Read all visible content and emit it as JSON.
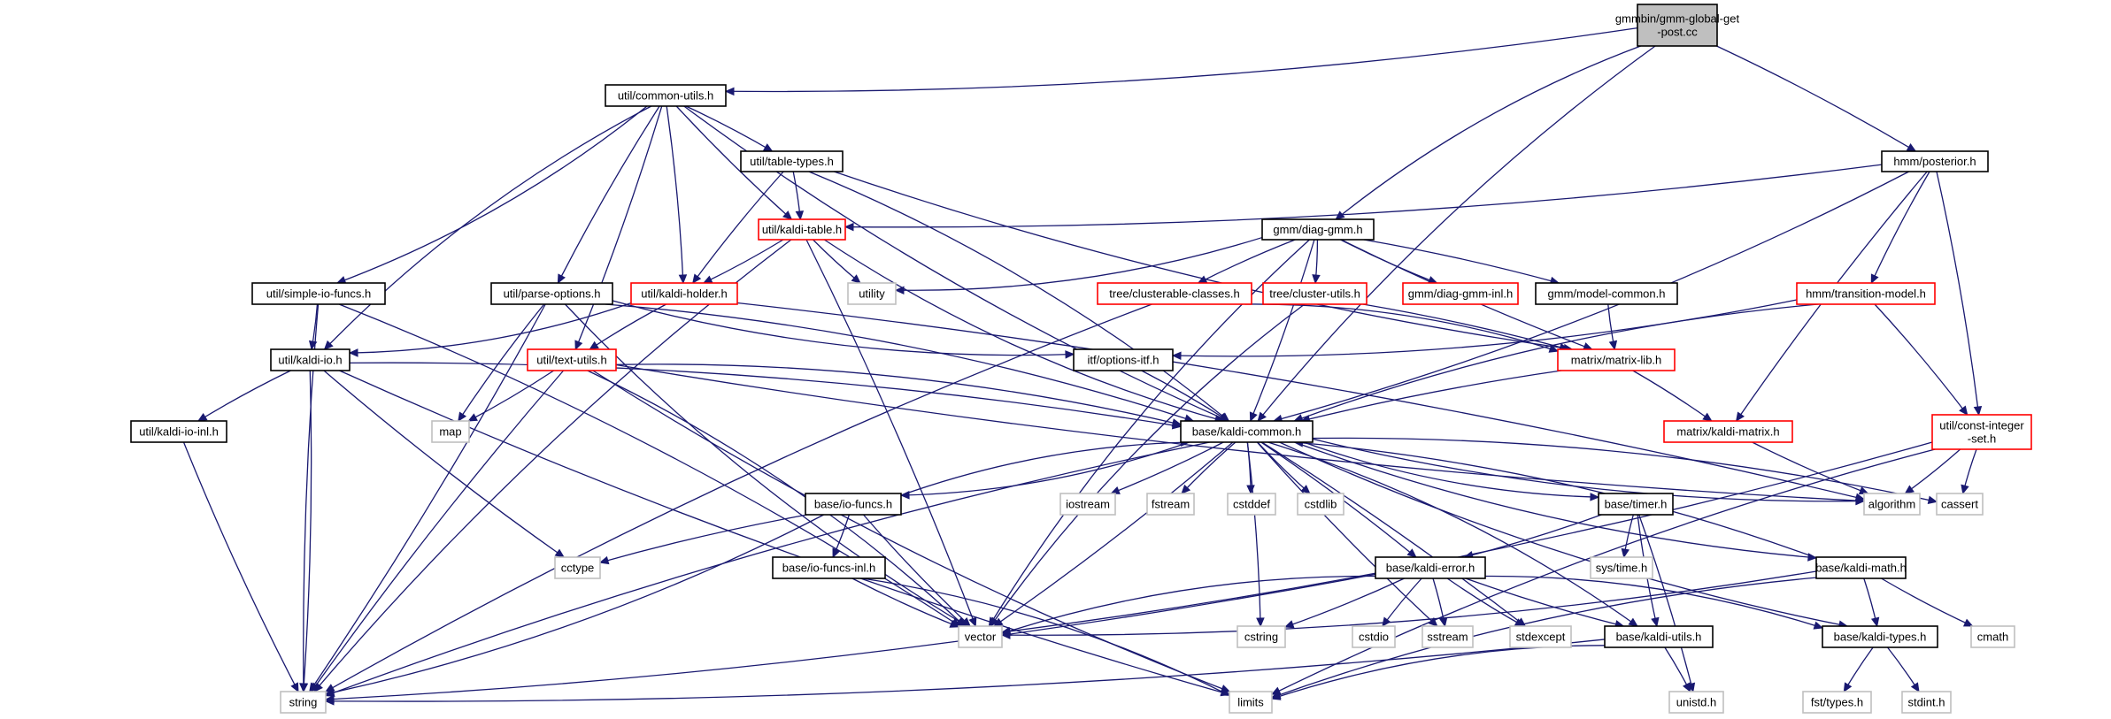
{
  "colors": {
    "edge": "#191970",
    "root_fill": "#bfbfbf",
    "border_black": "#000000",
    "border_red": "#ff0000",
    "border_gray": "#bfbfbf",
    "fill_white": "#ffffff"
  },
  "nodes": [
    {
      "id": "root",
      "lines": [
        "gmmbin/gmm-global-get",
        "-post.cc"
      ],
      "style": "root"
    },
    {
      "id": "common_utils",
      "lines": [
        "util/common-utils.h"
      ],
      "style": "black"
    },
    {
      "id": "posterior",
      "lines": [
        "hmm/posterior.h"
      ],
      "style": "black"
    },
    {
      "id": "table_types",
      "lines": [
        "util/table-types.h"
      ],
      "style": "black"
    },
    {
      "id": "kaldi_table",
      "lines": [
        "util/kaldi-table.h"
      ],
      "style": "red"
    },
    {
      "id": "diag_gmm",
      "lines": [
        "gmm/diag-gmm.h"
      ],
      "style": "black"
    },
    {
      "id": "simple_io",
      "lines": [
        "util/simple-io-funcs.h"
      ],
      "style": "black"
    },
    {
      "id": "parse_options",
      "lines": [
        "util/parse-options.h"
      ],
      "style": "black"
    },
    {
      "id": "kaldi_holder",
      "lines": [
        "util/kaldi-holder.h"
      ],
      "style": "red"
    },
    {
      "id": "utility",
      "lines": [
        "utility"
      ],
      "style": "gray"
    },
    {
      "id": "clusterable",
      "lines": [
        "tree/clusterable-classes.h"
      ],
      "style": "red"
    },
    {
      "id": "cluster_utils",
      "lines": [
        "tree/cluster-utils.h"
      ],
      "style": "red"
    },
    {
      "id": "diag_gmm_inl",
      "lines": [
        "gmm/diag-gmm-inl.h"
      ],
      "style": "red"
    },
    {
      "id": "model_common",
      "lines": [
        "gmm/model-common.h"
      ],
      "style": "black"
    },
    {
      "id": "transition_model",
      "lines": [
        "hmm/transition-model.h"
      ],
      "style": "red"
    },
    {
      "id": "kaldi_io",
      "lines": [
        "util/kaldi-io.h"
      ],
      "style": "black"
    },
    {
      "id": "text_utils",
      "lines": [
        "util/text-utils.h"
      ],
      "style": "red"
    },
    {
      "id": "options_itf",
      "lines": [
        "itf/options-itf.h"
      ],
      "style": "black"
    },
    {
      "id": "matrix_lib",
      "lines": [
        "matrix/matrix-lib.h"
      ],
      "style": "red"
    },
    {
      "id": "kaldi_io_inl",
      "lines": [
        "util/kaldi-io-inl.h"
      ],
      "style": "black"
    },
    {
      "id": "map",
      "lines": [
        "map"
      ],
      "style": "gray"
    },
    {
      "id": "kaldi_common",
      "lines": [
        "base/kaldi-common.h"
      ],
      "style": "black"
    },
    {
      "id": "kaldi_matrix",
      "lines": [
        "matrix/kaldi-matrix.h"
      ],
      "style": "red"
    },
    {
      "id": "const_int_set",
      "lines": [
        "util/const-integer",
        "-set.h"
      ],
      "style": "red"
    },
    {
      "id": "iostream",
      "lines": [
        "iostream"
      ],
      "style": "gray"
    },
    {
      "id": "fstream",
      "lines": [
        "fstream"
      ],
      "style": "gray"
    },
    {
      "id": "cstddef",
      "lines": [
        "cstddef"
      ],
      "style": "gray"
    },
    {
      "id": "cstdlib",
      "lines": [
        "cstdlib"
      ],
      "style": "gray"
    },
    {
      "id": "algorithm",
      "lines": [
        "algorithm"
      ],
      "style": "gray"
    },
    {
      "id": "cassert",
      "lines": [
        "cassert"
      ],
      "style": "gray"
    },
    {
      "id": "io_funcs",
      "lines": [
        "base/io-funcs.h"
      ],
      "style": "black"
    },
    {
      "id": "timer",
      "lines": [
        "base/timer.h"
      ],
      "style": "black"
    },
    {
      "id": "cctype",
      "lines": [
        "cctype"
      ],
      "style": "gray"
    },
    {
      "id": "sys_time",
      "lines": [
        "sys/time.h"
      ],
      "style": "gray"
    },
    {
      "id": "io_funcs_inl",
      "lines": [
        "base/io-funcs-inl.h"
      ],
      "style": "black"
    },
    {
      "id": "kaldi_error",
      "lines": [
        "base/kaldi-error.h"
      ],
      "style": "black"
    },
    {
      "id": "kaldi_math",
      "lines": [
        "base/kaldi-math.h"
      ],
      "style": "black"
    },
    {
      "id": "vector",
      "lines": [
        "vector"
      ],
      "style": "gray"
    },
    {
      "id": "cstring",
      "lines": [
        "cstring"
      ],
      "style": "gray"
    },
    {
      "id": "cstdio",
      "lines": [
        "cstdio"
      ],
      "style": "gray"
    },
    {
      "id": "sstream",
      "lines": [
        "sstream"
      ],
      "style": "gray"
    },
    {
      "id": "stdexcept",
      "lines": [
        "stdexcept"
      ],
      "style": "gray"
    },
    {
      "id": "kaldi_utils",
      "lines": [
        "base/kaldi-utils.h"
      ],
      "style": "black"
    },
    {
      "id": "kaldi_types",
      "lines": [
        "base/kaldi-types.h"
      ],
      "style": "black"
    },
    {
      "id": "cmath",
      "lines": [
        "cmath"
      ],
      "style": "gray"
    },
    {
      "id": "string",
      "lines": [
        "string"
      ],
      "style": "gray"
    },
    {
      "id": "limits",
      "lines": [
        "limits"
      ],
      "style": "gray"
    },
    {
      "id": "unistd",
      "lines": [
        "unistd.h"
      ],
      "style": "gray"
    },
    {
      "id": "fst_types",
      "lines": [
        "fst/types.h"
      ],
      "style": "gray"
    },
    {
      "id": "stdint",
      "lines": [
        "stdint.h"
      ],
      "style": "gray"
    }
  ],
  "edges": [
    [
      "root",
      "common_utils"
    ],
    [
      "root",
      "diag_gmm"
    ],
    [
      "root",
      "posterior"
    ],
    [
      "root",
      "kaldi_common"
    ],
    [
      "common_utils",
      "table_types"
    ],
    [
      "common_utils",
      "kaldi_table"
    ],
    [
      "common_utils",
      "simple_io"
    ],
    [
      "common_utils",
      "parse_options"
    ],
    [
      "common_utils",
      "kaldi_holder"
    ],
    [
      "common_utils",
      "kaldi_io"
    ],
    [
      "common_utils",
      "text_utils"
    ],
    [
      "common_utils",
      "kaldi_common"
    ],
    [
      "table_types",
      "kaldi_table"
    ],
    [
      "table_types",
      "kaldi_holder"
    ],
    [
      "table_types",
      "kaldi_common"
    ],
    [
      "table_types",
      "matrix_lib"
    ],
    [
      "posterior",
      "kaldi_table"
    ],
    [
      "posterior",
      "transition_model"
    ],
    [
      "posterior",
      "kaldi_common"
    ],
    [
      "posterior",
      "kaldi_matrix"
    ],
    [
      "posterior",
      "const_int_set"
    ],
    [
      "kaldi_table",
      "utility"
    ],
    [
      "kaldi_table",
      "kaldi_holder"
    ],
    [
      "kaldi_table",
      "string"
    ],
    [
      "kaldi_table",
      "vector"
    ],
    [
      "kaldi_table",
      "kaldi_common"
    ],
    [
      "diag_gmm",
      "utility"
    ],
    [
      "diag_gmm",
      "clusterable"
    ],
    [
      "diag_gmm",
      "cluster_utils"
    ],
    [
      "diag_gmm",
      "diag_gmm_inl"
    ],
    [
      "diag_gmm",
      "model_common"
    ],
    [
      "diag_gmm",
      "matrix_lib"
    ],
    [
      "diag_gmm",
      "kaldi_common"
    ],
    [
      "diag_gmm",
      "vector"
    ],
    [
      "simple_io",
      "kaldi_io"
    ],
    [
      "simple_io",
      "string"
    ],
    [
      "simple_io",
      "vector"
    ],
    [
      "parse_options",
      "map"
    ],
    [
      "parse_options",
      "string"
    ],
    [
      "parse_options",
      "vector"
    ],
    [
      "parse_options",
      "kaldi_common"
    ],
    [
      "parse_options",
      "options_itf"
    ],
    [
      "kaldi_holder",
      "kaldi_io"
    ],
    [
      "kaldi_holder",
      "text_utils"
    ],
    [
      "kaldi_holder",
      "algorithm"
    ],
    [
      "clusterable",
      "string"
    ],
    [
      "clusterable",
      "matrix_lib"
    ],
    [
      "cluster_utils",
      "vector"
    ],
    [
      "cluster_utils",
      "matrix_lib"
    ],
    [
      "model_common",
      "matrix_lib"
    ],
    [
      "transition_model",
      "options_itf"
    ],
    [
      "transition_model",
      "kaldi_common"
    ],
    [
      "transition_model",
      "const_int_set"
    ],
    [
      "kaldi_io",
      "kaldi_io_inl"
    ],
    [
      "kaldi_io",
      "kaldi_common"
    ],
    [
      "kaldi_io",
      "cctype"
    ],
    [
      "kaldi_io",
      "string"
    ],
    [
      "kaldi_io",
      "limits"
    ],
    [
      "text_utils",
      "map"
    ],
    [
      "text_utils",
      "string"
    ],
    [
      "text_utils",
      "vector"
    ],
    [
      "text_utils",
      "limits"
    ],
    [
      "text_utils",
      "kaldi_common"
    ],
    [
      "text_utils",
      "algorithm"
    ],
    [
      "options_itf",
      "kaldi_common"
    ],
    [
      "matrix_lib",
      "kaldi_common"
    ],
    [
      "matrix_lib",
      "kaldi_matrix"
    ],
    [
      "kaldi_io_inl",
      "string"
    ],
    [
      "kaldi_common",
      "iostream"
    ],
    [
      "kaldi_common",
      "fstream"
    ],
    [
      "kaldi_common",
      "cstddef"
    ],
    [
      "kaldi_common",
      "cstdlib"
    ],
    [
      "kaldi_common",
      "io_funcs"
    ],
    [
      "kaldi_common",
      "timer"
    ],
    [
      "kaldi_common",
      "kaldi_error"
    ],
    [
      "kaldi_common",
      "kaldi_math"
    ],
    [
      "kaldi_common",
      "kaldi_utils"
    ],
    [
      "kaldi_common",
      "kaldi_types"
    ],
    [
      "kaldi_common",
      "vector"
    ],
    [
      "kaldi_common",
      "string"
    ],
    [
      "kaldi_common",
      "cstring"
    ],
    [
      "kaldi_common",
      "sstream"
    ],
    [
      "kaldi_common",
      "stdexcept"
    ],
    [
      "kaldi_common",
      "algorithm"
    ],
    [
      "kaldi_common",
      "cassert"
    ],
    [
      "kaldi_matrix",
      "algorithm"
    ],
    [
      "const_int_set",
      "algorithm"
    ],
    [
      "const_int_set",
      "cassert"
    ],
    [
      "const_int_set",
      "vector"
    ],
    [
      "const_int_set",
      "limits"
    ],
    [
      "io_funcs",
      "kaldi_common"
    ],
    [
      "io_funcs",
      "cctype"
    ],
    [
      "io_funcs",
      "io_funcs_inl"
    ],
    [
      "io_funcs",
      "vector"
    ],
    [
      "io_funcs",
      "string"
    ],
    [
      "timer",
      "sys_time"
    ],
    [
      "timer",
      "kaldi_error"
    ],
    [
      "timer",
      "kaldi_utils"
    ],
    [
      "timer",
      "unistd"
    ],
    [
      "io_funcs_inl",
      "vector"
    ],
    [
      "io_funcs_inl",
      "limits"
    ],
    [
      "kaldi_error",
      "vector"
    ],
    [
      "kaldi_error",
      "cstring"
    ],
    [
      "kaldi_error",
      "cstdio"
    ],
    [
      "kaldi_error",
      "sstream"
    ],
    [
      "kaldi_error",
      "stdexcept"
    ],
    [
      "kaldi_error",
      "string"
    ],
    [
      "kaldi_error",
      "kaldi_utils"
    ],
    [
      "kaldi_error",
      "kaldi_types"
    ],
    [
      "kaldi_math",
      "kaldi_common"
    ],
    [
      "kaldi_math",
      "vector"
    ],
    [
      "kaldi_math",
      "limits"
    ],
    [
      "kaldi_math",
      "kaldi_types"
    ],
    [
      "kaldi_math",
      "cmath"
    ],
    [
      "kaldi_utils",
      "string"
    ],
    [
      "kaldi_utils",
      "limits"
    ],
    [
      "kaldi_utils",
      "unistd"
    ],
    [
      "kaldi_types",
      "fst_types"
    ],
    [
      "kaldi_types",
      "stdint"
    ]
  ]
}
